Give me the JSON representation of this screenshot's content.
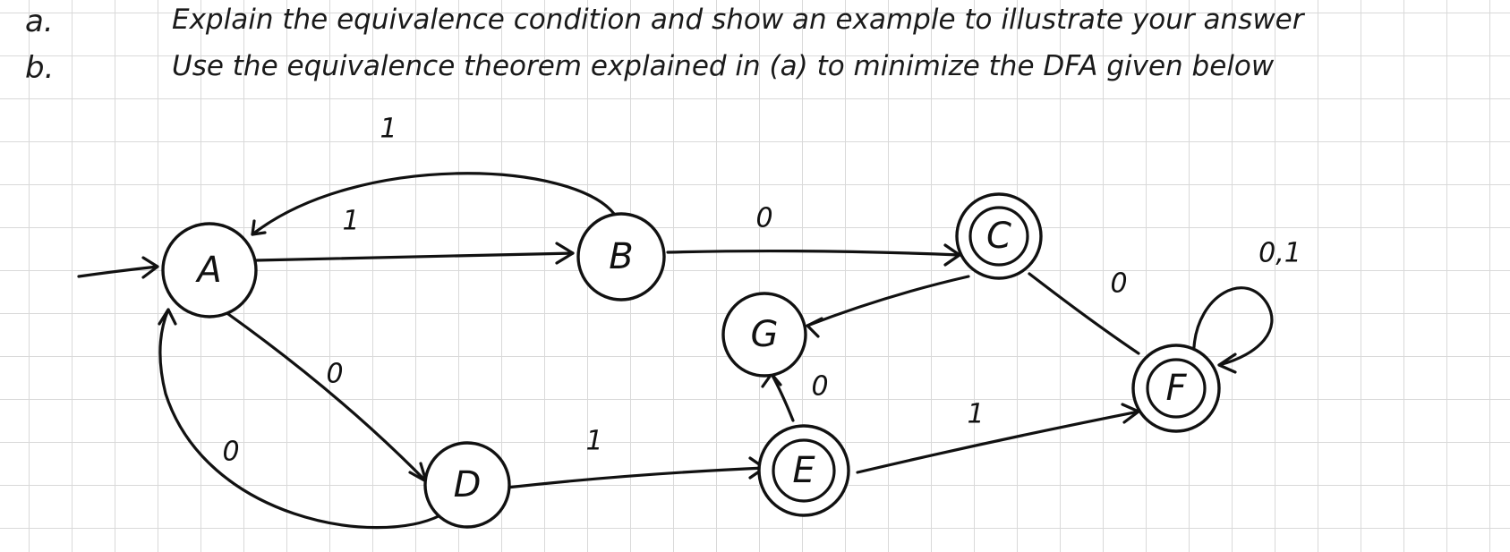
{
  "questions": [
    {
      "letter": "a.",
      "text": "Explain the equivalence condition and show an example to illustrate your answer"
    },
    {
      "letter": "b.",
      "text": "Use the equivalence theorem explained in (a) to minimize the DFA given below"
    }
  ],
  "dfa": {
    "start_state": "A",
    "states": [
      {
        "id": "A",
        "label": "A",
        "accepting": false
      },
      {
        "id": "B",
        "label": "B",
        "accepting": false
      },
      {
        "id": "C",
        "label": "C",
        "accepting": true
      },
      {
        "id": "D",
        "label": "D",
        "accepting": false
      },
      {
        "id": "E",
        "label": "E",
        "accepting": true
      },
      {
        "id": "F",
        "label": "F",
        "accepting": true
      },
      {
        "id": "G",
        "label": "G",
        "accepting": false
      }
    ],
    "transitions": [
      {
        "id": "A-B",
        "from": "A",
        "to": "B",
        "label": "1"
      },
      {
        "id": "B-A",
        "from": "B",
        "to": "A",
        "label": "1"
      },
      {
        "id": "A-D",
        "from": "A",
        "to": "D",
        "label": "0"
      },
      {
        "id": "D-A",
        "from": "D",
        "to": "A",
        "label": "0"
      },
      {
        "id": "B-C",
        "from": "B",
        "to": "C",
        "label": "0"
      },
      {
        "id": "C-G",
        "from": "C",
        "to": "G",
        "label": ""
      },
      {
        "id": "C-F",
        "from": "C",
        "to": "F",
        "label": "0"
      },
      {
        "id": "D-E",
        "from": "D",
        "to": "E",
        "label": "1"
      },
      {
        "id": "E-G",
        "from": "E",
        "to": "G",
        "label": "0"
      },
      {
        "id": "E-F",
        "from": "E",
        "to": "F",
        "label": "1"
      },
      {
        "id": "F-F",
        "from": "F",
        "to": "F",
        "label": "0,1"
      }
    ]
  },
  "colors": {
    "ink": "#111111",
    "grid": "#d9d9d9",
    "paper": "#ffffff"
  }
}
